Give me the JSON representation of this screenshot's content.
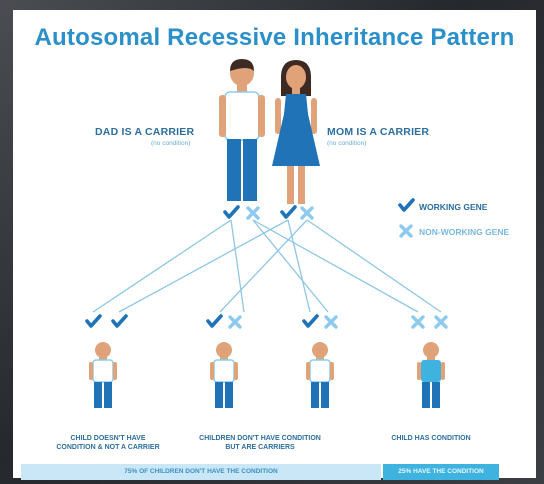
{
  "title": "Autosomal Recessive Inheritance Pattern",
  "parents": {
    "dad": {
      "label": "DAD IS A CARRIER",
      "sub": "(no condition)"
    },
    "mom": {
      "label": "MOM IS A CARRIER",
      "sub": "(no condition)"
    }
  },
  "legend": {
    "working": "WORKING GENE",
    "nonworking": "NON-WORKING GENE"
  },
  "children": [
    {
      "caption_line1": "CHILD DOESN'T HAVE",
      "caption_line2": "CONDITION & NOT A CARRIER",
      "genes": [
        "working",
        "working"
      ],
      "affected": false
    },
    {
      "caption_line1": "CHILDREN DON'T HAVE CONDITION",
      "caption_line2": "BUT ARE CARRIERS",
      "genes": [
        "working",
        "nonworking"
      ],
      "affected": false
    },
    {
      "caption_line1": "",
      "caption_line2": "",
      "genes": [
        "working",
        "nonworking"
      ],
      "affected": false
    },
    {
      "caption_line1": "CHILD HAS CONDITION",
      "caption_line2": "",
      "genes": [
        "nonworking",
        "nonworking"
      ],
      "affected": true
    }
  ],
  "footer": {
    "left": "75% OF CHILDREN DON'T HAVE THE CONDITION",
    "right": "25% HAVE THE CONDITION"
  },
  "colors": {
    "title": "#2b8fc9",
    "dark_blue": "#1f73b6",
    "light_blue": "#8ccbed",
    "affected_shirt": "#3fb3e0",
    "skin": "#dfa279",
    "line": "#8fc6e6"
  }
}
